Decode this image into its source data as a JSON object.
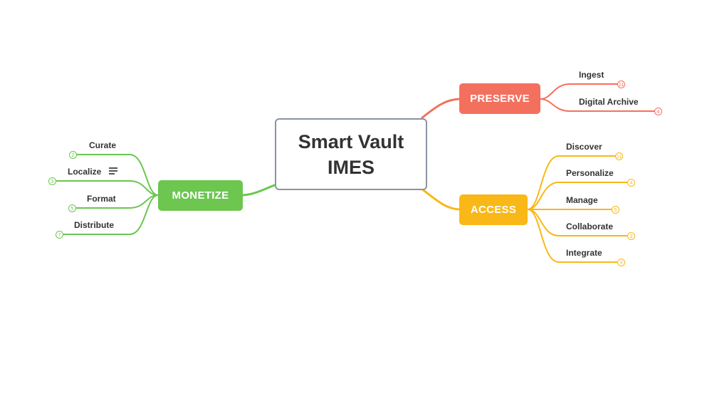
{
  "central": {
    "line1": "Smart Vault",
    "line2": "IMES"
  },
  "branches": {
    "preserve": {
      "label": "PRESERVE",
      "color": "#f4705e",
      "children": [
        {
          "label": "Ingest",
          "badge": "11"
        },
        {
          "label": "Digital Archive",
          "badge": "4"
        }
      ]
    },
    "access": {
      "label": "ACCESS",
      "color": "#f9b817",
      "children": [
        {
          "label": "Discover",
          "badge": "11"
        },
        {
          "label": "Personalize",
          "badge": "4"
        },
        {
          "label": "Manage",
          "badge": "5"
        },
        {
          "label": "Collaborate",
          "badge": "3"
        },
        {
          "label": "Integrate",
          "badge": "3"
        }
      ]
    },
    "monetize": {
      "label": "MONETIZE",
      "color": "#6cc650",
      "children": [
        {
          "label": "Curate",
          "badge": "2"
        },
        {
          "label": "Localize",
          "badge": "3"
        },
        {
          "label": "Format",
          "badge": "5"
        },
        {
          "label": "Distribute",
          "badge": "7"
        }
      ]
    }
  },
  "icons": {
    "localize_note": "notes-icon"
  }
}
